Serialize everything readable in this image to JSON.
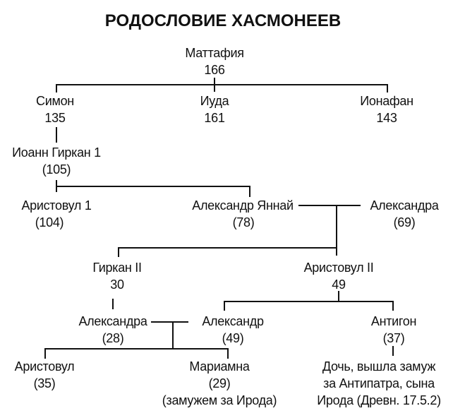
{
  "title": "РОДОСЛОВИЕ ХАСМОНЕЕВ",
  "people": {
    "mattathias": {
      "name": "Маттафия",
      "year": "166"
    },
    "simon": {
      "name": "Симон",
      "year": "135"
    },
    "judah": {
      "name": "Иуда",
      "year": "161"
    },
    "jonathan": {
      "name": "Ионафан",
      "year": "143"
    },
    "john_hyrcanus": {
      "name": "Иоанн Гиркан 1",
      "year": "(105)"
    },
    "aristobulus1": {
      "name": "Аристовул 1",
      "year": "(104)"
    },
    "alexander_jannaeus": {
      "name": "Александр Яннай",
      "year": "(78)"
    },
    "alexandra_salome": {
      "name": "Александра",
      "year": "(69)"
    },
    "hyrcanus2": {
      "name": "Гиркан II",
      "year": "30"
    },
    "aristobulus2": {
      "name": "Аристовул II",
      "year": "49"
    },
    "alexandra": {
      "name": "Александра",
      "year": "(28)"
    },
    "alexander": {
      "name": "Александр",
      "year": "(49)"
    },
    "antigonus": {
      "name": "Антигон",
      "year": "(37)"
    },
    "aristobulus3": {
      "name": "Аристовул",
      "year": "(35)"
    },
    "mariamne": {
      "name": "Мариамна",
      "year": "(29)",
      "note": "(замужем за Ирода)"
    },
    "daughter": {
      "line1": "Дочь, вышла замуж",
      "line2": "за Антипатра, сына",
      "line3": "Ирода (Древн. 17.5.2)"
    }
  }
}
